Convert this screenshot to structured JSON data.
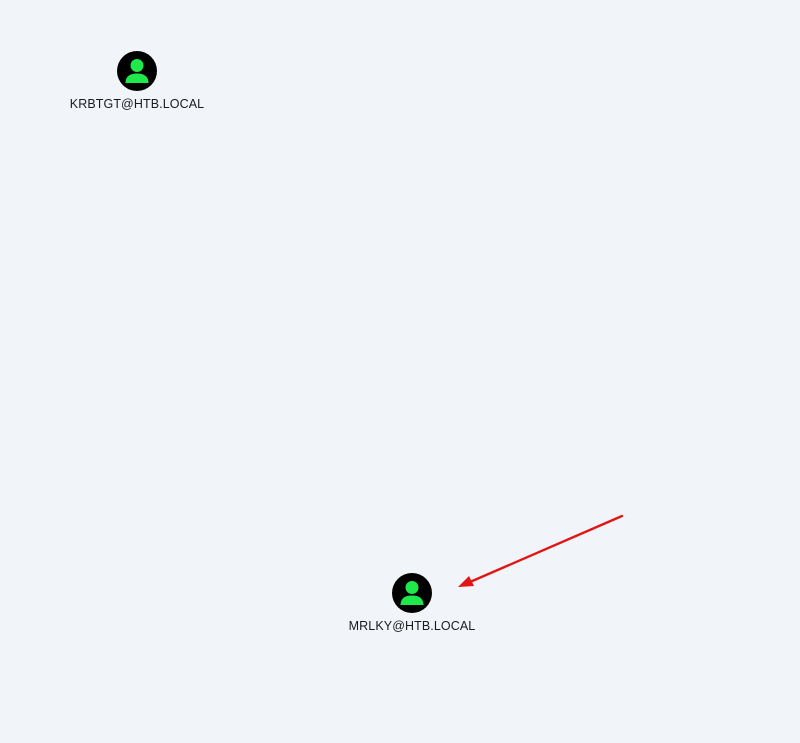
{
  "graph": {
    "nodes": [
      {
        "label": "KRBTGT@HTB.LOCAL",
        "type": "user",
        "icon": "user-icon"
      },
      {
        "label": "MRLKY@HTB.LOCAL",
        "type": "user",
        "icon": "user-icon"
      }
    ]
  },
  "colors": {
    "background": "#f1f4f9",
    "node_circle": "#000000",
    "node_glyph": "#1ee84a",
    "arrow": "#e31414",
    "label_text": "#1b1b1b"
  }
}
